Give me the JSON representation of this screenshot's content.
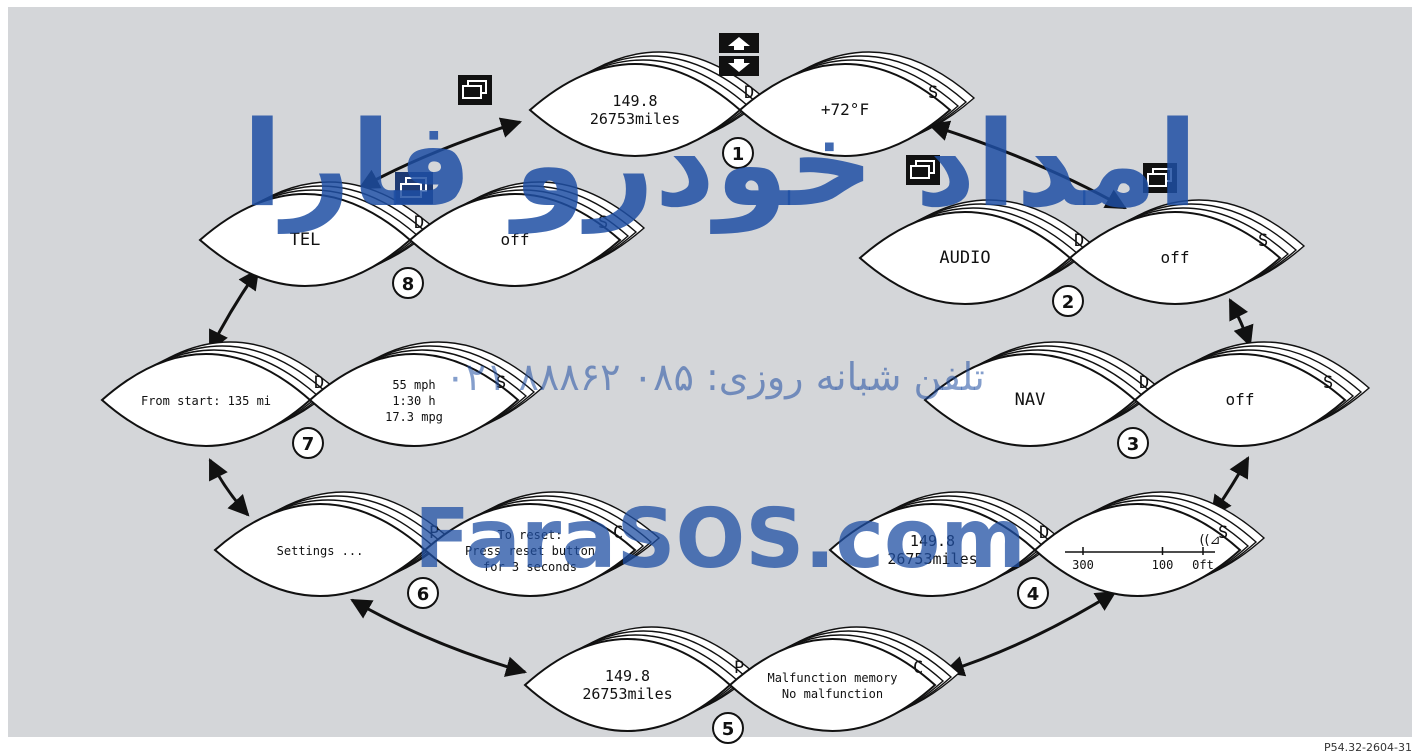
{
  "figure_ref": "P54.32-2604-31",
  "side_letters": {
    "d": "D",
    "s": "S",
    "p": "P",
    "c": "C"
  },
  "screens": [
    {
      "number": "1",
      "left_lines": [
        "149.8",
        "26753miles"
      ],
      "right_lines": [
        "+72°F"
      ],
      "left_tag": "D",
      "right_tag": "S"
    },
    {
      "number": "2",
      "left_lines": [
        "AUDIO"
      ],
      "right_lines": [
        "off"
      ],
      "left_tag": "D",
      "right_tag": "S"
    },
    {
      "number": "3",
      "left_lines": [
        "NAV"
      ],
      "right_lines": [
        "off"
      ],
      "left_tag": "D",
      "right_tag": "S"
    },
    {
      "number": "4",
      "left_lines": [
        "149.8",
        "26753miles"
      ],
      "right_lines": [],
      "left_tag": "D",
      "right_tag": "S",
      "scale": {
        "ticks": [
          "300",
          "100",
          "0ft"
        ]
      }
    },
    {
      "number": "5",
      "left_lines": [
        "149.8",
        "26753miles"
      ],
      "right_lines": [
        "Malfunction memory",
        "No malfunction"
      ],
      "left_tag": "P",
      "right_tag": "C"
    },
    {
      "number": "6",
      "left_lines": [
        "Settings ..."
      ],
      "right_lines": [
        "To reset:",
        "Press reset button",
        "for 3 seconds"
      ],
      "left_tag": "P",
      "right_tag": "C"
    },
    {
      "number": "7",
      "left_lines": [
        "From start: 135 mi"
      ],
      "right_lines": [
        "55 mph",
        "1:30 h",
        "17.3 mpg"
      ],
      "left_tag": "D",
      "right_tag": "S"
    },
    {
      "number": "8",
      "left_lines": [
        "TEL"
      ],
      "right_lines": [
        "off"
      ],
      "left_tag": "D",
      "right_tag": "S"
    }
  ],
  "watermarks": {
    "brand_fa": "امداد خودرو فارا",
    "phone": "تلفن شبانه روزی: ۰۸۵ ۸۸۸۶۲ ۰۲۱",
    "site": "FaraSOS.com"
  },
  "colors": {
    "background": "#d4d6d9",
    "watermark": "#1f4fa3",
    "ink": "#111111",
    "highlight_icon": "#1e3a73"
  },
  "icons": [
    "arrow-up-icon",
    "arrow-down-icon",
    "window-stack-icon"
  ]
}
